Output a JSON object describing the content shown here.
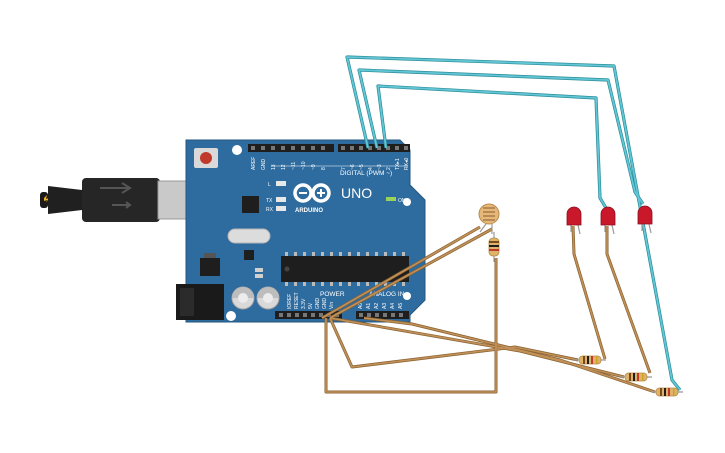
{
  "board": {
    "brand": "ARDUINO",
    "model": "UNO",
    "on_label": "ON",
    "digital_label": "DIGITAL (PWM ~)",
    "power_label": "POWER",
    "analog_label": "ANALOG IN",
    "led_l": "L",
    "led_tx": "TX",
    "led_rx": "RX",
    "top_pins": [
      "AREF",
      "GND",
      "13",
      "12",
      "~11",
      "~10",
      "~9",
      "8",
      "7",
      "~6",
      "~5",
      "4",
      "~3",
      "2",
      "TX▸1",
      "RX◂0"
    ],
    "power_pins": [
      "IOREF",
      "RESET",
      "3.3V",
      "5V",
      "GND",
      "GND",
      "Vin"
    ],
    "analog_pins": [
      "A0",
      "A1",
      "A2",
      "A3",
      "A4",
      "A5"
    ]
  },
  "components": {
    "leds": [
      "led-1",
      "led-2",
      "led-3"
    ],
    "resistors": [
      "resistor-1",
      "resistor-2",
      "resistor-3",
      "resistor-photo"
    ],
    "sensor": "photoresistor"
  },
  "colors": {
    "board": "#2e6b9e",
    "signal_wire": "#4fb7c6",
    "ground_wire": "#b0824a",
    "led": "#c8182a",
    "resistor": "#e0b36b"
  }
}
